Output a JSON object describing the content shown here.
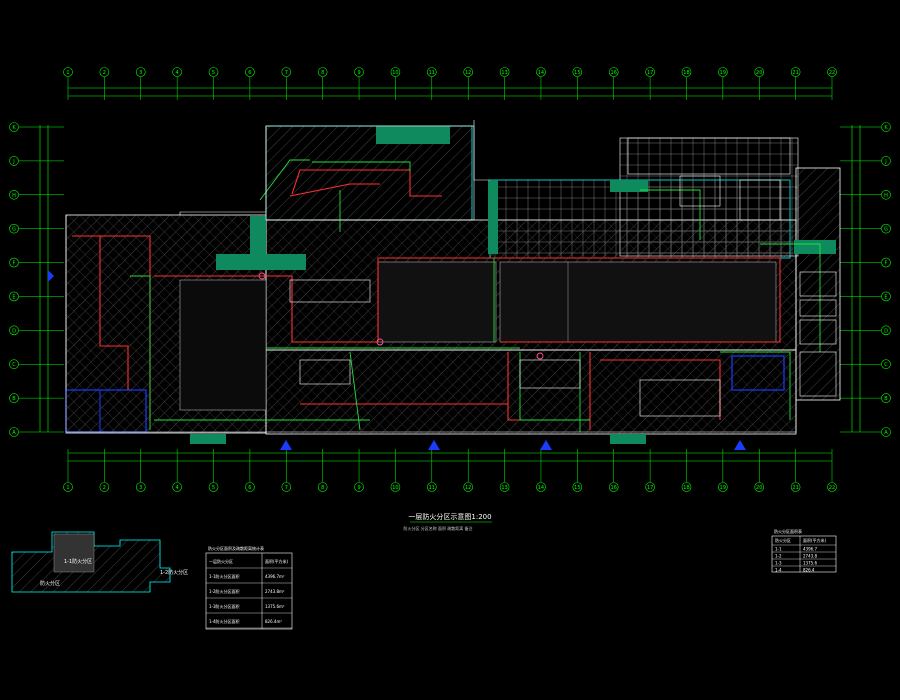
{
  "drawing": {
    "title": "一层防火分区示意图1:200",
    "subtitle": "防火分区  分区名称  面积  疏散距离  备注",
    "key_plan_label": "防火分区",
    "key_plan_tag": "1-1防火分区",
    "key_plan_tag2": "1-2防火分区"
  },
  "table_left": {
    "title": "防火分区面积及疏散距离统计表",
    "rows": [
      {
        "name": "一层防火分区",
        "value": "面积(平方米)"
      },
      {
        "name": "1-1防火分区面积",
        "value": "4396.7m²"
      },
      {
        "name": "1-2防火分区面积",
        "value": "2743.8m²"
      },
      {
        "name": "1-3防火分区面积",
        "value": "1375.6m²"
      },
      {
        "name": "1-4防火分区面积",
        "value": "826.4m²"
      }
    ]
  },
  "table_right": {
    "title": "防火分区面积表",
    "header": [
      "防火分区",
      "面积(平方米)"
    ],
    "rows": [
      [
        "1-1",
        "4396.7"
      ],
      [
        "1-2",
        "2743.8"
      ],
      [
        "1-3",
        "1375.6"
      ],
      [
        "1-4",
        "826.4"
      ]
    ]
  },
  "axes": {
    "top_labels": [
      "1",
      "2",
      "3",
      "4",
      "5",
      "6",
      "7",
      "8",
      "9",
      "10",
      "11",
      "12",
      "13",
      "14",
      "15",
      "16",
      "17",
      "18",
      "19",
      "20",
      "21",
      "22"
    ],
    "left_labels": [
      "K",
      "J",
      "H",
      "G",
      "F",
      "E",
      "D",
      "C",
      "B",
      "A"
    ]
  },
  "colors": {
    "background": "#000000",
    "grid": "#00ff00",
    "wall": "#ffffff",
    "boundary": "#ff3030",
    "hatch": "#8a8a8a",
    "accent_fill": "#0f8a5e",
    "cyan": "#00e5ff",
    "blue": "#1a3cff"
  }
}
